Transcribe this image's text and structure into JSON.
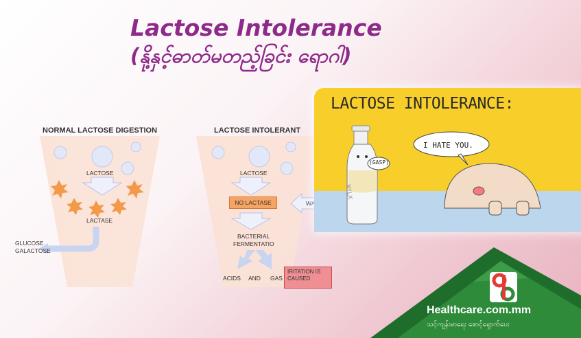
{
  "title": {
    "line1": "Lactose Intolerance",
    "line2": "(နို့နှင့်ဓာတ်မတည့်ခြင်း ရောဂါ)"
  },
  "diagram": {
    "normal": {
      "heading": "NORMAL LACTOSE DIGESTION",
      "lactose": "LACTOSE",
      "lactase": "LACTASE",
      "glucose": "GLUCOSE",
      "galactose": "GALACTOSE"
    },
    "intolerant": {
      "heading": "LACTOSE INTOLERANT",
      "lactose": "LACTOSE",
      "no_lactase": "NO LACTASE",
      "water": "WATER",
      "bacterial": "BACTERIAL",
      "fermentation": "FERMENTATIO",
      "acids": "ACIDS",
      "and": "AND",
      "gas": "GAS",
      "irritation_line1": "IRITATION IS",
      "irritation_line2": "CAUSED"
    }
  },
  "cartoon": {
    "title": "LACTOSE INTOLERANCE:",
    "speech": "I HATE YOU.",
    "gasp": "(GASP)",
    "bottle_label": "MILK"
  },
  "brand": {
    "name": "Healthcare.com.mm",
    "tagline": "သင့်ကျန်းမာရေး စောင့်ရှောက်ပေး"
  },
  "colors": {
    "title": "#8e2a8a",
    "cartoon_bg": "#f8cf2a",
    "brand_green": "#2e7d32",
    "orange_box": "#f6a463",
    "red_box": "#ef8f93"
  }
}
